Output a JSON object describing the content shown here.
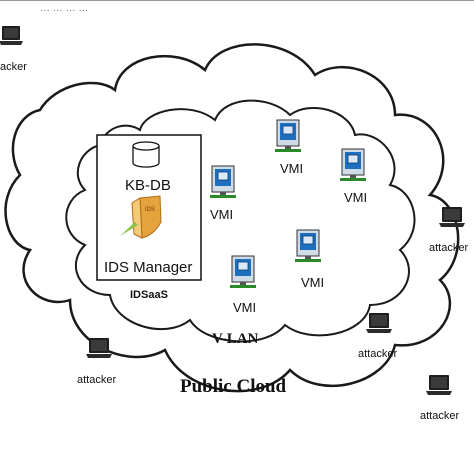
{
  "diagram": {
    "top_partial_text": "… … … …",
    "outer_cloud_label": "Public Cloud",
    "inner_cloud_label": "V-LAN",
    "ids_box": {
      "kb_db_label": "KB-DB",
      "ids_manager_label": "IDS Manager",
      "idssaas_label": "IDSaaS",
      "shield_text": "IDS"
    },
    "vmis": [
      {
        "label": "VMI"
      },
      {
        "label": "VMI"
      },
      {
        "label": "VMI"
      },
      {
        "label": "VMI"
      },
      {
        "label": "VMI"
      }
    ],
    "attackers": [
      {
        "label": "acker"
      },
      {
        "label": "attacker"
      },
      {
        "label": "attacker"
      },
      {
        "label": "attacker"
      },
      {
        "label": "attacker"
      }
    ],
    "colors": {
      "cloud_stroke": "#1a1a1a",
      "monitor_screen": "#1f6fbf",
      "monitor_stand": "#2a8a2a",
      "shield": "#e6a23c",
      "laptop": "#1e1e1e"
    }
  }
}
